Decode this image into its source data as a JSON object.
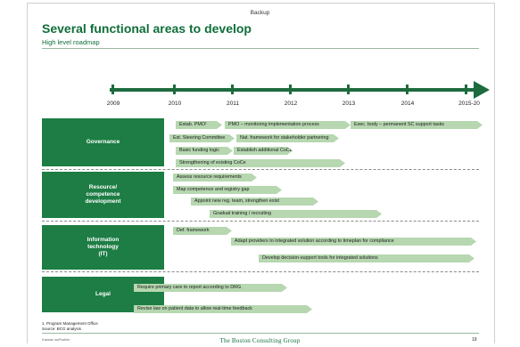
{
  "header": {
    "backup": "Backup",
    "title": "Several functional areas to develop",
    "subtitle": "High level roadmap"
  },
  "timeline": {
    "years": [
      "2009",
      "2010",
      "2011",
      "2012",
      "2013",
      "2014",
      "2015-20"
    ]
  },
  "categories": {
    "governance": "Governance",
    "resource_line1": "Resource/",
    "resource_line2": "competence",
    "resource_line3": "development",
    "it_line1": "Information",
    "it_line2": "technology",
    "it_line3": "(IT)",
    "legal": "Legal"
  },
  "bars": {
    "estab_pmo": "Estab. PMO¹",
    "pmo_monitoring": "PMO – monitoring implementation process",
    "exec_body": "Exec. body – permanent SC support tasks",
    "est_steering": "Est. Steering Committee",
    "nat_framework": "Nat. framework for stakeholder partnering",
    "basic_funding": "Basic funding logic",
    "establish_coce": "Establish additional CoCe",
    "strengthening_coce": "Strengthening of existing CoCe",
    "assess_resource": "Assess resource requirements",
    "map_competence": "Map competence and registry gap",
    "appoint_reg_team": "Appoint new reg. team, strengthen exist",
    "gradual_training": "Gradual training / recruiting",
    "def_framework": "Def. framework",
    "adapt_providers": "Adapt providers to integrated solution according to timeplan for compliance",
    "decision_support": "Develop decision-support tools for integrated solutions",
    "primary_care_drg": "Require primary care to report according to DRG",
    "revise_law": "Revise law on patient data to allow real-time feedback"
  },
  "footer": {
    "note1": "1. Program Management Office",
    "source": "Source: BCG analysis",
    "copyright": "Kassav asPostter",
    "company": "The Boston Consulting Group",
    "page": "19"
  },
  "colors": {
    "dark_green": "#1d6b3f",
    "category_green": "#1d7d44",
    "bar_green": "#b6d7b0",
    "title_green": "#0f6e3a"
  }
}
